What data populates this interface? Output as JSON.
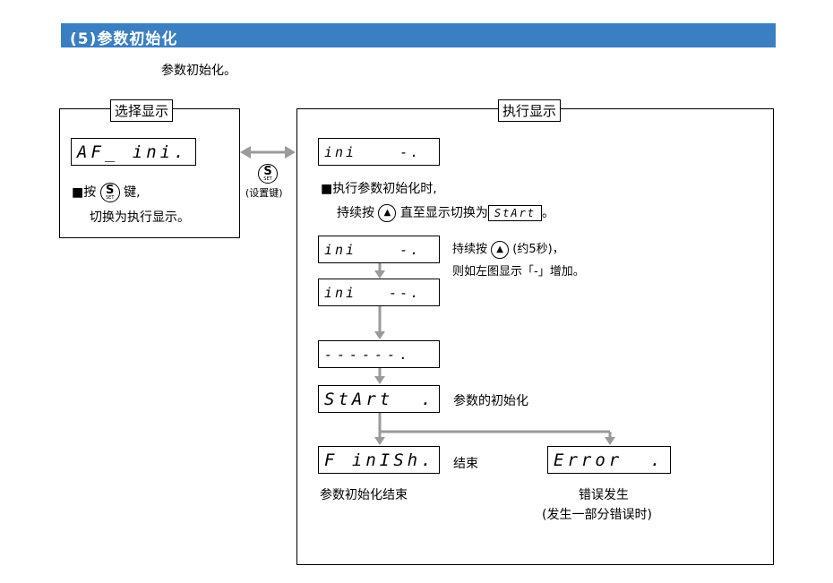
{
  "header": {
    "title": "(5)参数初始化"
  },
  "intro": "参数初始化。",
  "select_panel": {
    "title": "选择显示",
    "lcd": "AF_ ini.",
    "instr_prefix": "■按",
    "instr_suffix": "键,",
    "instr_line2": "切换为执行显示。"
  },
  "s_key": {
    "letter": "S",
    "sub": "SET",
    "caption": "(设置键)"
  },
  "up_key": {
    "symbol": "▲"
  },
  "exec_panel": {
    "title": "执行显示",
    "lcd_top": "ini    -.",
    "instr1": "■执行参数初始化时,",
    "instr2_a": "持续按",
    "instr2_b": "直至显示切换为",
    "instr2_lcd": "StArt",
    "instr2_c": "。",
    "lcd_1": "ini    -.",
    "note_a": "持续按",
    "note_b": "(约5秒)，",
    "note_2": "则如左图显示「-」增加。",
    "lcd_2": "ini   --.",
    "lcd_3": "------.",
    "lcd_4": "StArt  .",
    "label_4": "参数的初始化",
    "lcd_finish": "F inISh.",
    "label_finish": "结束",
    "caption_finish": "参数初始化结束",
    "lcd_error": "Error  .",
    "caption_error_1": "错误发生",
    "caption_error_2": "(发生一部分错误时)"
  },
  "colors": {
    "header_bg": "#3a7fc1",
    "arrow": "#9a9a9a"
  }
}
